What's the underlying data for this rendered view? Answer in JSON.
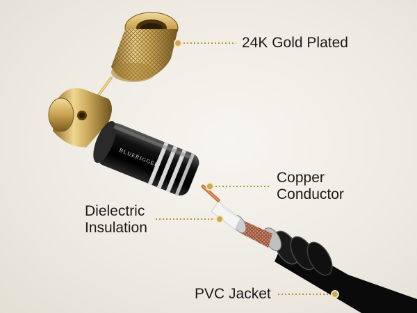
{
  "colors": {
    "gold": "#c9a85a",
    "leader": "#b8962e",
    "label_text": "#1a1a1a",
    "background": "#efebe3"
  },
  "parts": {
    "gold_nut": "gold-knurled-nut-icon",
    "gold_pin_body": "gold-pin-body-icon",
    "black_shell": "black-shell-icon",
    "cable": "coax-cable-icon"
  },
  "brand": "BLUERIGGER",
  "labels": {
    "gold": "24K Gold Plated",
    "copper": "Copper\nConductor",
    "dielectric": "Dielectric\nInsulation",
    "jacket": "PVC Jacket"
  }
}
